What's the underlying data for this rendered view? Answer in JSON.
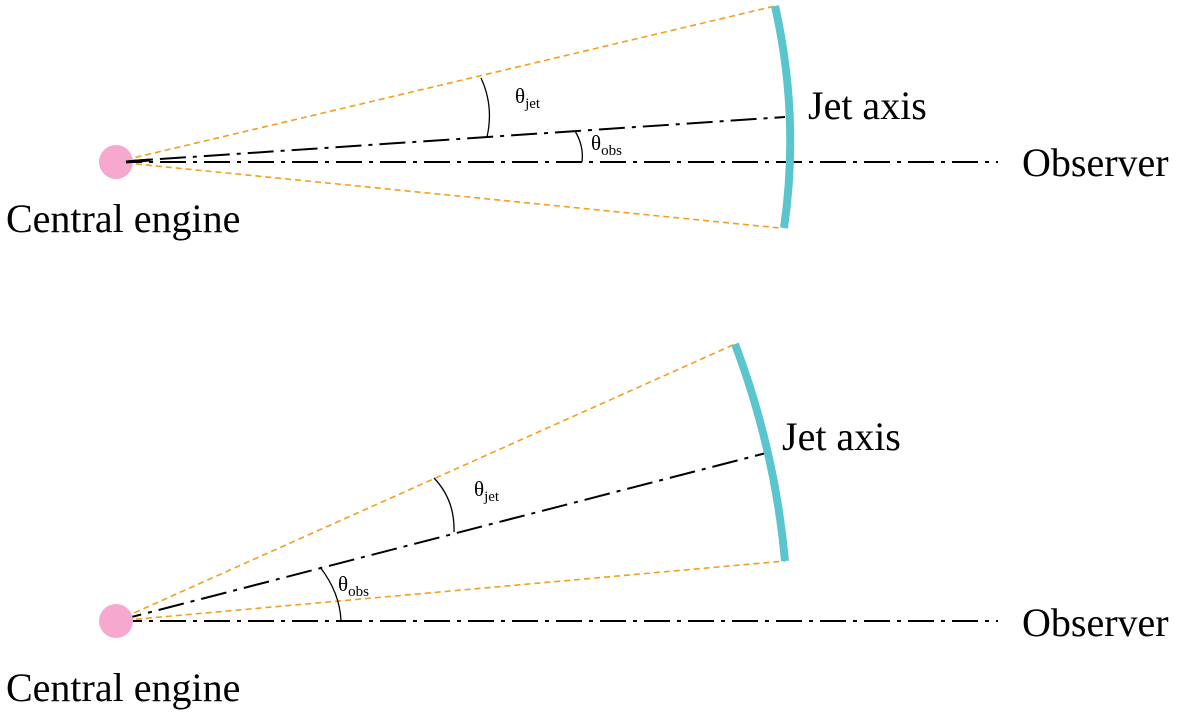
{
  "panels": [
    {
      "central_engine_label": "Central engine",
      "observer_label": "Observer",
      "jet_axis_label": "Jet axis",
      "theta_jet": {
        "symbol": "θ",
        "subscript": "jet"
      },
      "theta_obs": {
        "symbol": "θ",
        "subscript": "obs"
      }
    },
    {
      "central_engine_label": "Central engine",
      "observer_label": "Observer",
      "jet_axis_label": "Jet axis",
      "theta_jet": {
        "symbol": "θ",
        "subscript": "jet"
      },
      "theta_obs": {
        "symbol": "θ",
        "subscript": "obs"
      }
    }
  ],
  "colors": {
    "engine": "#f7a8cf",
    "jet_front": "#5bc5cf",
    "cone_edge": "#f0a020",
    "axis_line": "#000000"
  }
}
